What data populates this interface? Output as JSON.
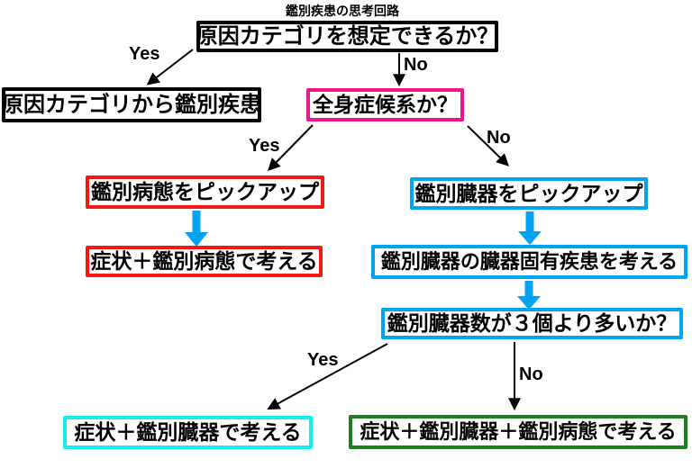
{
  "diagram": {
    "title": "鑑別疾患の思考回路",
    "nodes": [
      {
        "id": "q-cause-category",
        "label": "原因カテゴリを想定できるか？",
        "border_color": "#000000",
        "type": "question"
      },
      {
        "id": "cause-to-differential",
        "label": "原因カテゴリから鑑別疾患",
        "border_color": "#000000",
        "type": "result"
      },
      {
        "id": "q-systemic",
        "label": "全身症候系か？",
        "border_color": "#ea168d",
        "type": "question"
      },
      {
        "id": "pickup-pathology",
        "label": "鑑別病態をピックアップ",
        "border_color": "#f71616",
        "type": "process"
      },
      {
        "id": "symptom-pathology",
        "label": "症状＋鑑別病態で考える",
        "border_color": "#f71616",
        "type": "result"
      },
      {
        "id": "pickup-organ",
        "label": "鑑別臓器をピックアップ",
        "border_color": "#00a2f4",
        "type": "process"
      },
      {
        "id": "organ-specific-disease",
        "label": "鑑別臓器の臓器固有疾患を考える",
        "border_color": "#00a2f4",
        "type": "process"
      },
      {
        "id": "q-organ-count",
        "label": "鑑別臓器数が３個より多いか？",
        "border_color": "#00a2f4",
        "type": "question"
      },
      {
        "id": "symptom-organ",
        "label": "症状＋鑑別臓器で考える",
        "border_color": "#14eeee",
        "type": "result"
      },
      {
        "id": "symptom-organ-pathology",
        "label": "症状＋鑑別臓器＋鑑別病態で考える",
        "border_color": "#1e7d1e",
        "type": "result"
      }
    ],
    "edges": [
      {
        "from": "q-cause-category",
        "to": "cause-to-differential",
        "label": "Yes",
        "style": "thin-black"
      },
      {
        "from": "q-cause-category",
        "to": "q-systemic",
        "label": "No",
        "style": "thin-black"
      },
      {
        "from": "q-systemic",
        "to": "pickup-pathology",
        "label": "Yes",
        "style": "thin-black"
      },
      {
        "from": "q-systemic",
        "to": "pickup-organ",
        "label": "No",
        "style": "thin-black"
      },
      {
        "from": "pickup-pathology",
        "to": "symptom-pathology",
        "label": "",
        "style": "thick-blue"
      },
      {
        "from": "pickup-organ",
        "to": "organ-specific-disease",
        "label": "",
        "style": "thick-blue"
      },
      {
        "from": "organ-specific-disease",
        "to": "q-organ-count",
        "label": "",
        "style": "thick-blue"
      },
      {
        "from": "q-organ-count",
        "to": "symptom-organ",
        "label": "Yes",
        "style": "thin-black"
      },
      {
        "from": "q-organ-count",
        "to": "symptom-organ-pathology",
        "label": "No",
        "style": "thin-black"
      }
    ],
    "colors": {
      "arrow_blue": "#00a2f4",
      "arrow_black": "#000000",
      "box_black": "#000000",
      "box_magenta": "#ea168d",
      "box_red": "#f71616",
      "box_blue": "#00a2f4",
      "box_cyan": "#14eeee",
      "box_green": "#1e7d1e",
      "background": "#ffffff",
      "text": "#000000"
    }
  }
}
